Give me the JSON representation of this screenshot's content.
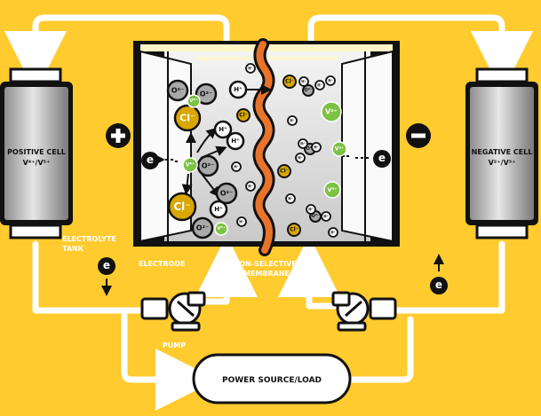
{
  "labels": {
    "positive_cell_title": "POSITIVE CELL",
    "positive_cell_ions": "V⁴⁺/V⁵⁺",
    "negative_cell_title": "NEGATIVE CELL",
    "negative_cell_ions": "V²⁺/V³⁺",
    "electrolyte_line1": "ELECTROLYTE",
    "electrolyte_line2": "TANK",
    "electrode": "ELECTRODE",
    "membrane_line1": "ION-SELECTIVE",
    "membrane_line2": "MEMBRANE",
    "pump": "PUMP",
    "power": "POWER SOURCE/LOAD",
    "electron": "e"
  },
  "ions": {
    "oxygen": "O²⁻",
    "chloride": "Cl⁻",
    "hydrogen": "H⁺",
    "v4": "V⁴⁺",
    "v5": "V⁵⁺",
    "v2": "V²⁺",
    "v3": "V³⁺"
  },
  "colors": {
    "background": "#FFCB2E",
    "pipe": "#FFFFFF",
    "chamber": "#D6D6D6",
    "membrane": "#E8732A",
    "vanadium": "#7CC243",
    "chloride": "#D9A700",
    "oxygen": "#A9A9A9",
    "hydrogen": "#FFFFFF"
  }
}
